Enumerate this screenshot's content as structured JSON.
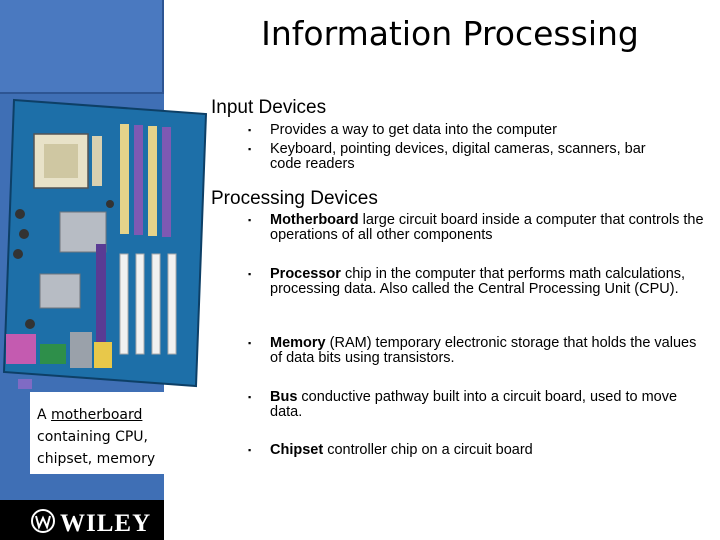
{
  "title": "Information Processing",
  "caption": {
    "line1_prefix": "A ",
    "line1_link": "motherboard",
    "line2": "containing CPU,",
    "line3": "chipset, memory"
  },
  "logo": {
    "text": "WILEY"
  },
  "input_devices": {
    "heading": "Input Devices",
    "bullets": [
      "Provides a way to get data into the computer",
      "Keyboard, pointing devices, digital cameras, scanners, bar code readers"
    ]
  },
  "processing_devices": {
    "heading": "Processing Devices",
    "bullets": [
      {
        "term": "Motherboard",
        "desc": " large circuit board inside a computer that controls the operations of all other components"
      },
      {
        "term": "Processor",
        "desc": " chip in the computer that performs math calculations, processing data. Also called the Central Processing Unit (CPU)."
      },
      {
        "term": "Memory",
        "desc": " (RAM) temporary electronic storage that holds the values of data bits using transistors."
      },
      {
        "term": "Bus",
        "desc": " conductive pathway built into a circuit board, used to move data."
      },
      {
        "term": "Chipset",
        "desc": " controller chip on a circuit board"
      }
    ]
  },
  "bullet_marker": "▪",
  "colors": {
    "sidebar": "#3f6fb5",
    "logo_bar": "#000000"
  },
  "icons": {
    "logo_mark": "wiley-monogram-icon",
    "board_image": "motherboard-image"
  }
}
